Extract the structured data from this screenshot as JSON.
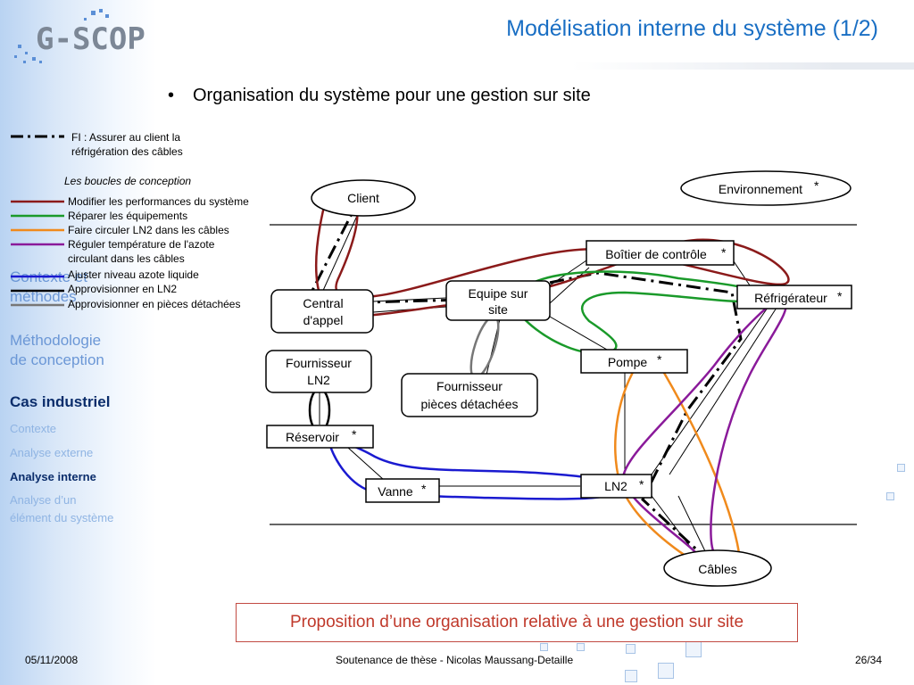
{
  "header": {
    "title": "Modélisation interne du système (1/2)",
    "logo_text": "G-SCOP"
  },
  "bullet": {
    "text": "Organisation du système pour une gestion sur site"
  },
  "sidebar": {
    "items": [
      {
        "label": "Contexte et",
        "label2": "méthodes",
        "kind": "section"
      },
      {
        "label": "Méthodologie",
        "label2": "de conception",
        "kind": "section"
      },
      {
        "label": "Cas industriel",
        "kind": "active-section"
      },
      {
        "label": "Contexte",
        "kind": "sub"
      },
      {
        "label": "Analyse externe",
        "kind": "sub"
      },
      {
        "label": "Analyse interne",
        "kind": "active-sub"
      },
      {
        "label": "Analyse d’un",
        "label2": "élément du système",
        "kind": "sub"
      }
    ]
  },
  "legend": {
    "fi_line1": "FI : Assurer au client la",
    "fi_line2": "réfrigération des câbles",
    "loops_title": "Les boucles de conception",
    "loops": [
      {
        "label": "Modifier les performances du système",
        "color": "#8b1a1a"
      },
      {
        "label": "Réparer les équipements",
        "color": "#1a9a2a"
      },
      {
        "label": "Faire circuler LN2 dans les câbles",
        "color": "#f08a1c"
      },
      {
        "label": "Réguler température de l'azote",
        "label2": "circulant dans les câbles",
        "color": "#8a1a9a"
      },
      {
        "label": "Ajuster niveau azote liquide",
        "color": "#1a1ad0"
      },
      {
        "label": "Approvisionner en LN2",
        "color": "#000000"
      },
      {
        "label": "Approvisionner en pièces détachées",
        "color": "#777777"
      }
    ]
  },
  "nodes": {
    "client": "Client",
    "environnement": "Environnement",
    "environnement_star": "*",
    "boitier": "Boîtier de contrôle",
    "boitier_star": "*",
    "central_line1": "Central",
    "central_line2": "d'appel",
    "equipe_line1": "Equipe sur",
    "equipe_line2": "site",
    "refrigerateur": "Réfrigérateur",
    "refrigerateur_star": "*",
    "fournisseur_ln2_line1": "Fournisseur",
    "fournisseur_ln2_line2": "LN2",
    "fournisseur_pieces_line1": "Fournisseur",
    "fournisseur_pieces_line2": "pièces détachées",
    "pompe": "Pompe",
    "pompe_star": "*",
    "reservoir": "Réservoir",
    "reservoir_star": "*",
    "vanne": "Vanne",
    "vanne_star": "*",
    "ln2": "LN2",
    "ln2_star": "*",
    "cables": "Câbles"
  },
  "caption": {
    "text": "Proposition d’une organisation relative à une gestion sur site"
  },
  "footer": {
    "date": "05/11/2008",
    "center": "Soutenance de thèse - Nicolas Maussang-Detaille",
    "page": "26/34"
  },
  "colors": {
    "title": "#1a6fc4",
    "caption_text": "#c0392b",
    "caption_border": "#c24a42",
    "nav_inactive": "#8fb4e3",
    "nav_active": "#0b2d6b"
  }
}
